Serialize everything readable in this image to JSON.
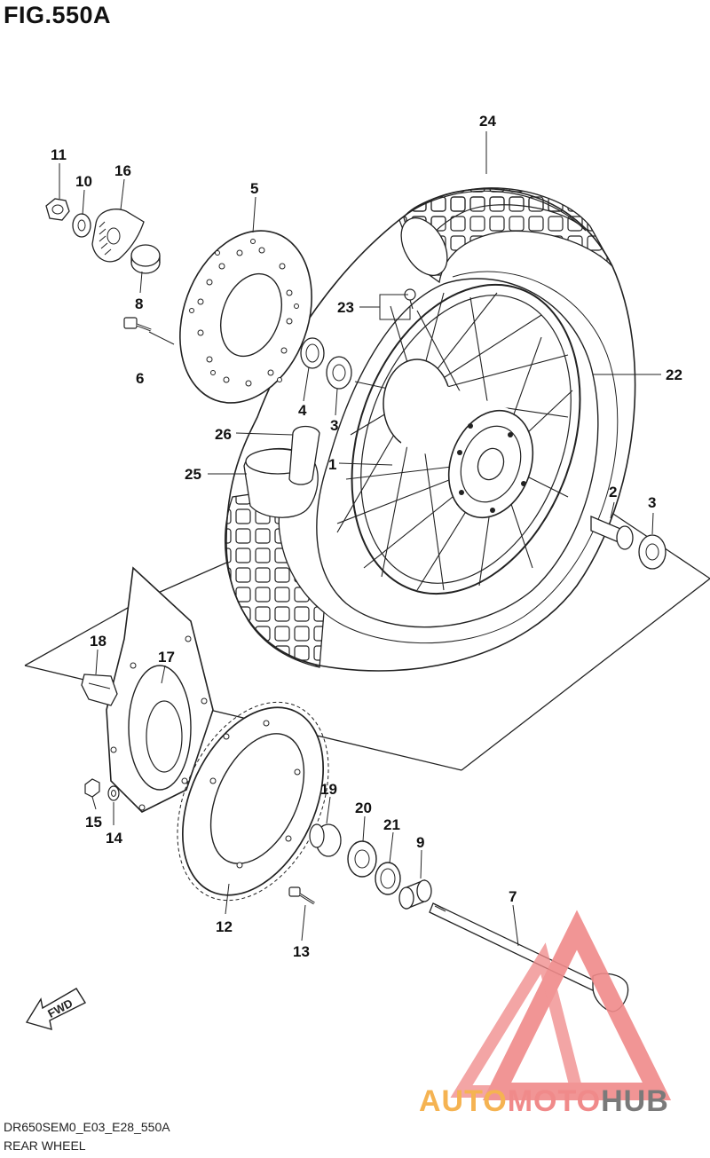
{
  "figure": {
    "title": "FIG.550A"
  },
  "footer": {
    "code": "DR650SEM0_E03_E28_550A",
    "name": "REAR WHEEL"
  },
  "callouts": {
    "c1": "1",
    "c2": "2",
    "c3a": "3",
    "c3b": "3",
    "c4": "4",
    "c5": "5",
    "c6": "6",
    "c7": "7",
    "c8": "8",
    "c9": "9",
    "c10": "10",
    "c11": "11",
    "c12": "12",
    "c13": "13",
    "c14": "14",
    "c15": "15",
    "c16": "16",
    "c17": "17",
    "c18": "18",
    "c19": "19",
    "c20": "20",
    "c21": "21",
    "c22": "22",
    "c23": "23",
    "c24": "24",
    "c25": "25",
    "c26": "26"
  },
  "fwd_arrow": {
    "label": "FWD"
  },
  "watermark": {
    "part1": "AUTO",
    "part2": "MOTO",
    "part3": "HUB",
    "color1": "#f5b352",
    "color2": "#f08a8a",
    "color3": "#7a7a7a"
  }
}
